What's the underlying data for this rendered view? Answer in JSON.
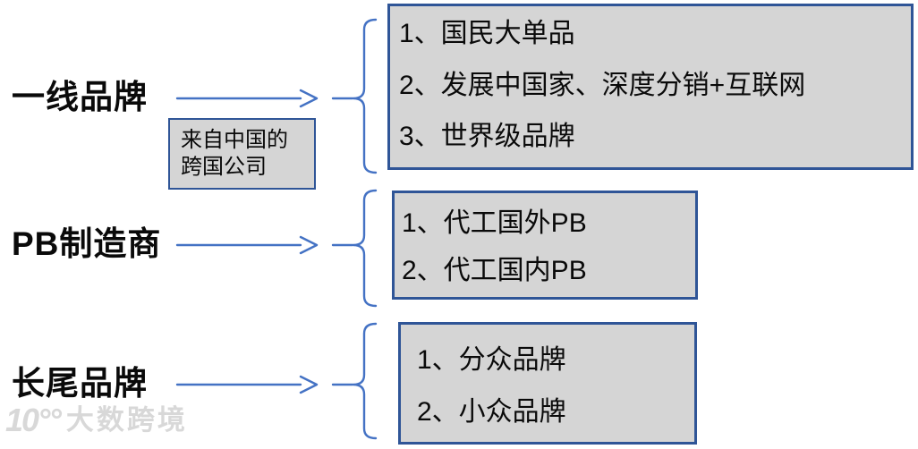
{
  "colors": {
    "background": "#ffffff",
    "box_fill": "#d5d5d5",
    "box_border": "#2f5597",
    "connector_blue": "#4472c4",
    "text": "#0a0a0a",
    "watermark": "#d8d8d8"
  },
  "rows": [
    {
      "label": "一线品牌",
      "items": [
        "1、国民大单品",
        "2、发展中国家、深度分销+互联网",
        "3、世界级品牌"
      ]
    },
    {
      "label": "PB制造商",
      "items": [
        "1、代工国外PB",
        "2、代工国内PB"
      ]
    },
    {
      "label": "长尾品牌",
      "items": [
        "1、分众品牌",
        "2、小众品牌"
      ]
    }
  ],
  "annotation_box": {
    "line1": "来自中国的",
    "line2": "跨国公司"
  },
  "watermark": {
    "logo": "10°°",
    "text": "大数跨境"
  }
}
